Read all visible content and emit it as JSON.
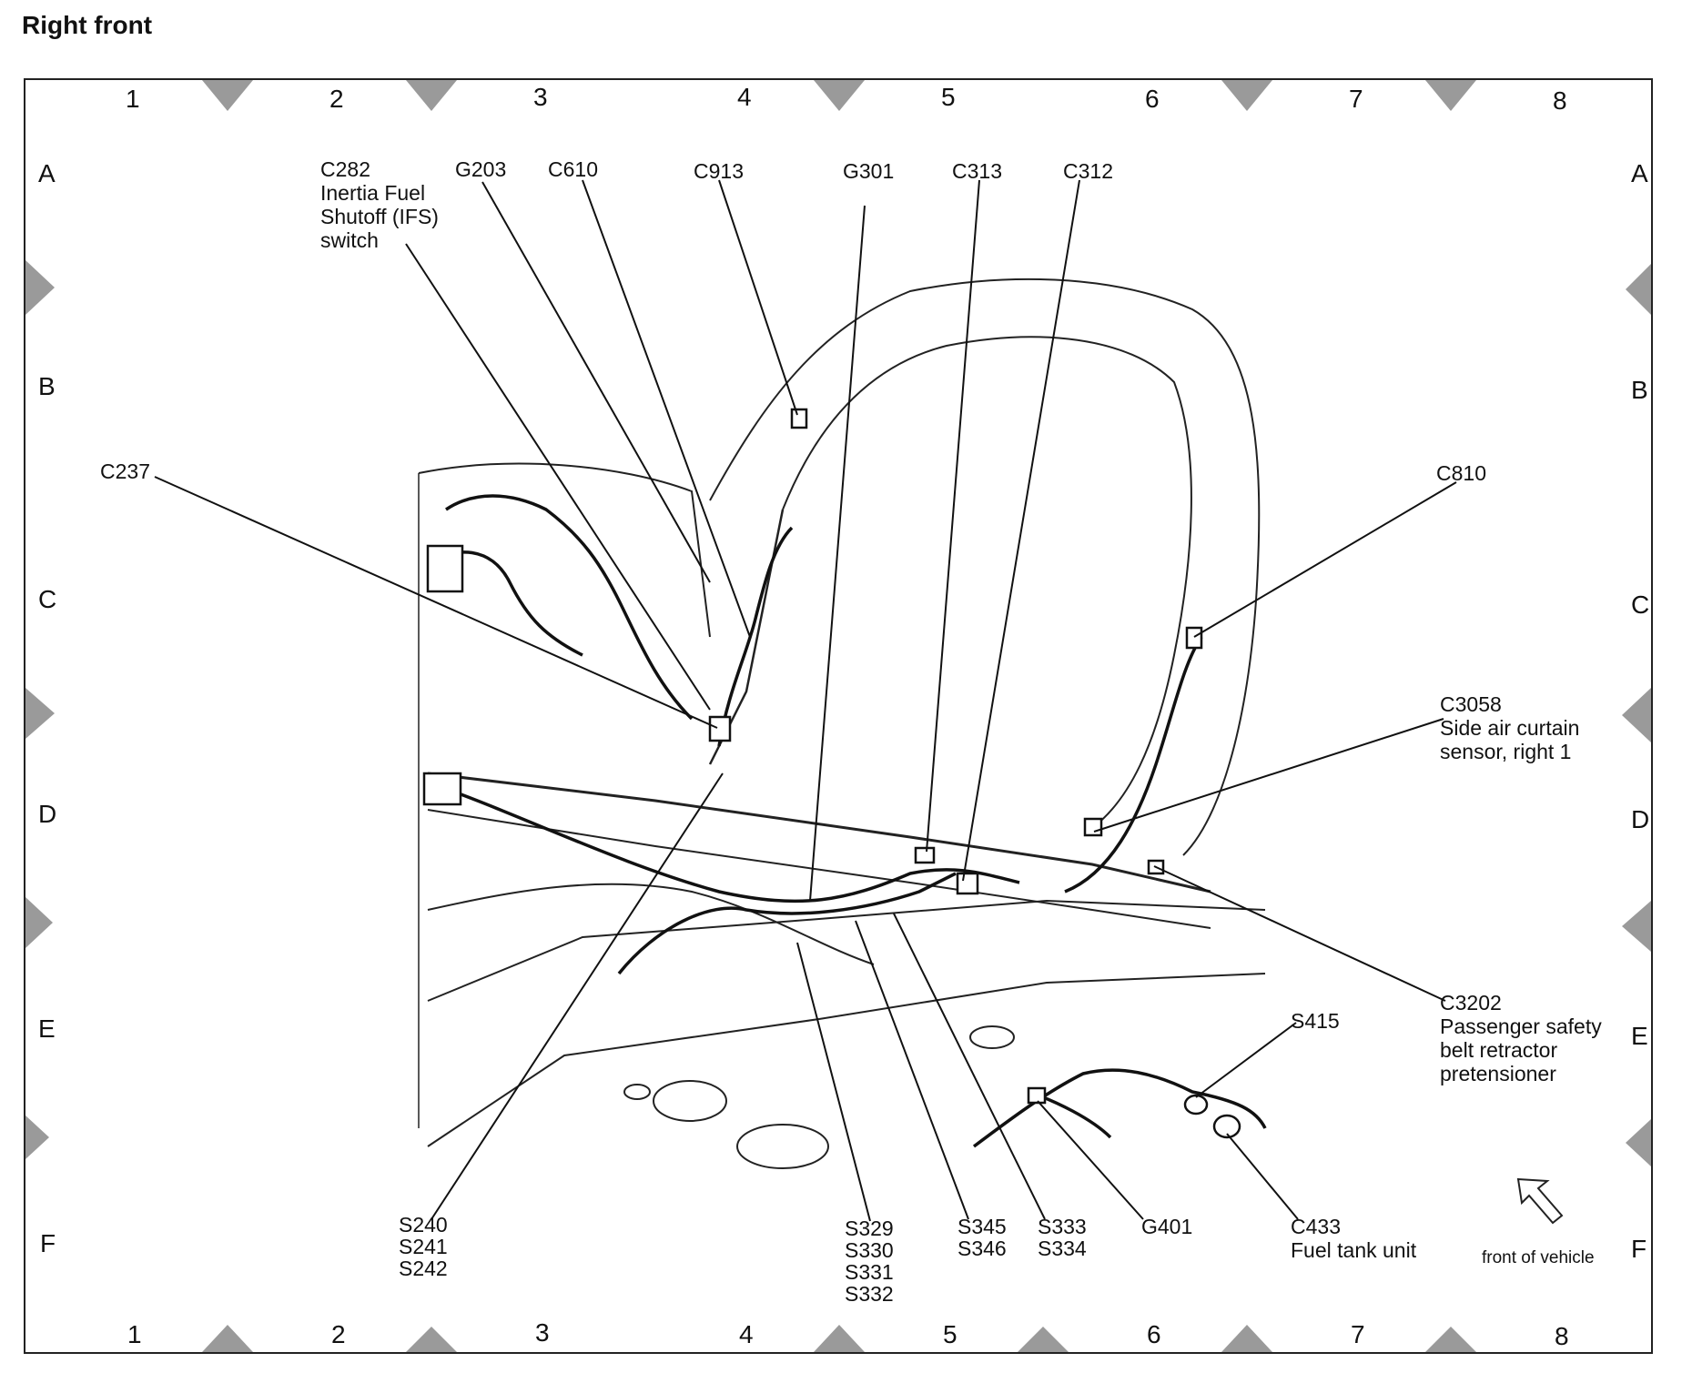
{
  "title": "Right  front",
  "grid": {
    "columns": [
      "1",
      "2",
      "3",
      "4",
      "5",
      "6",
      "7",
      "8"
    ],
    "rows": [
      "A",
      "B",
      "C",
      "D",
      "E",
      "F"
    ]
  },
  "callouts": {
    "c282": [
      "C282",
      "Inertia Fuel",
      "Shutoff (IFS)",
      "switch"
    ],
    "g203": "G203",
    "c610": "C610",
    "c913": "C913",
    "g301": "G301",
    "c313": "C313",
    "c312": "C312",
    "c237": "C237",
    "c810": "C810",
    "c3058": [
      "C3058",
      "Side air curtain",
      "sensor, right 1"
    ],
    "c3202": [
      "C3202",
      "Passenger safety",
      "belt retractor",
      "pretensioner"
    ],
    "s415": "S415",
    "s240": [
      "S240",
      "S241",
      "S242"
    ],
    "s329": [
      "S329",
      "S330",
      "S331",
      "S332"
    ],
    "s345": [
      "S345",
      "S346"
    ],
    "s333": [
      "S333",
      "S334"
    ],
    "g401": "G401",
    "c433": [
      "C433",
      "Fuel tank unit"
    ],
    "front_of_vehicle": "front of vehicle"
  }
}
